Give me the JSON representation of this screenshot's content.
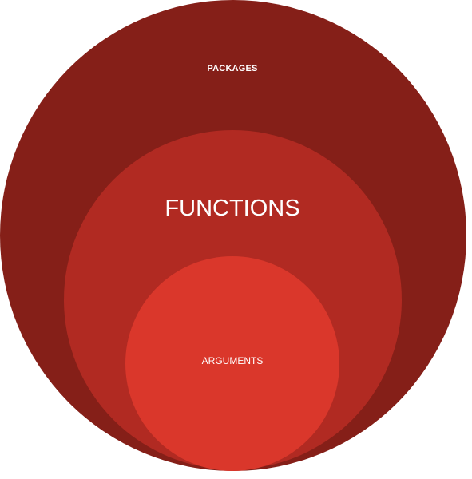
{
  "diagram": {
    "colors": {
      "outer": "#851f18",
      "middle": "#b12a22",
      "inner": "#da372b",
      "text": "#ffffff"
    },
    "rings": [
      {
        "label": "PACKAGES"
      },
      {
        "label": "FUNCTIONS"
      },
      {
        "label": "ARGUMENTS"
      }
    ]
  }
}
